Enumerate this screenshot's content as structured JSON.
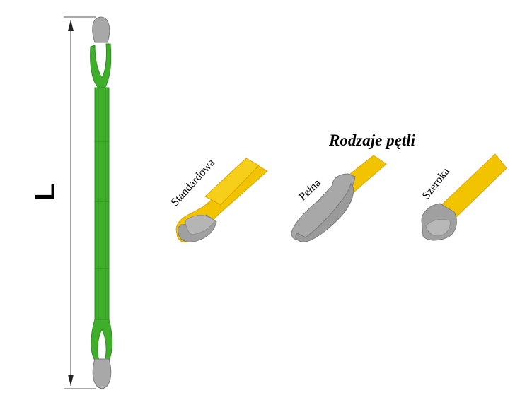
{
  "dimension": {
    "label": "L"
  },
  "loop_types": {
    "title": "Rodzaje pętli",
    "items": [
      {
        "label": "Standardowa",
        "icon": "standard-loop-sling-icon"
      },
      {
        "label": "Pełna",
        "icon": "full-loop-sling-icon"
      },
      {
        "label": "Szeroka",
        "icon": "wide-loop-sling-icon"
      }
    ]
  },
  "colors": {
    "sling_green": "#3fae2a",
    "sling_green_dark": "#2f8f1e",
    "loop_gray": "#9a9a9a",
    "sling_yellow": "#f2c400",
    "sling_yellow_dark": "#d9a800"
  }
}
